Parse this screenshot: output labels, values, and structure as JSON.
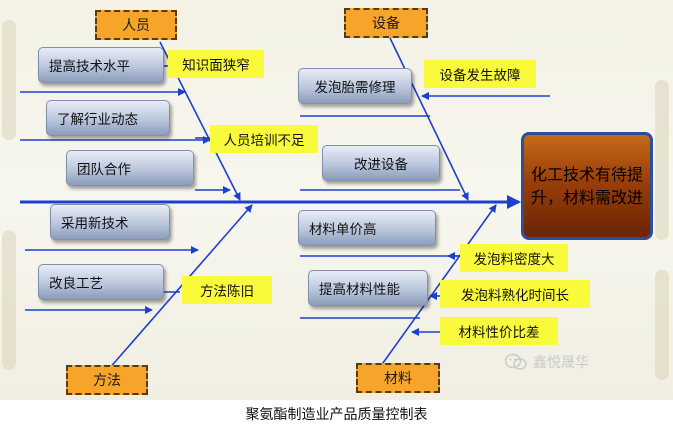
{
  "diagram": {
    "categories": {
      "people": "人员",
      "equipment": "设备",
      "method": "方法",
      "material": "材料"
    },
    "effect": "化工技术有待提升，材料需改进",
    "causes": {
      "people": [
        "提高技术水平",
        "了解行业动态",
        "团队合作"
      ],
      "equipment": [
        "发泡胎需修理",
        "改进设备"
      ],
      "method": [
        "采用新技术",
        "改良工艺"
      ],
      "material": [
        "材料单价高",
        "提高材料性能"
      ]
    },
    "notes": {
      "people": [
        "知识面狭窄",
        "人员培训不足"
      ],
      "equipment": [
        "设备发生故障"
      ],
      "method": [
        "方法陈旧"
      ],
      "material": [
        "发泡料密度大",
        "发泡料熟化时间长",
        "材料性价比差"
      ]
    },
    "colors": {
      "arrow": "#1d3fd0",
      "category_fill": "#f7a42a",
      "note_fill": "#fafa3c",
      "effect_fill": "#9a3f0a"
    }
  },
  "watermark": "鑫悦晟华",
  "caption": "聚氨酯制造业产品质量控制表"
}
